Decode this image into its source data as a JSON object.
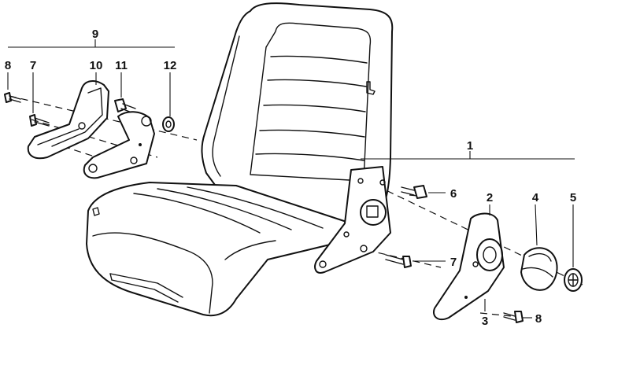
{
  "callouts": {
    "c1": "1",
    "c2": "2",
    "c3": "3",
    "c4": "4",
    "c5": "5",
    "c6": "6",
    "c7a": "7",
    "c7b": "7",
    "c8a": "8",
    "c8b": "8",
    "c9": "9",
    "c10": "10",
    "c11": "11",
    "c12": "12"
  }
}
